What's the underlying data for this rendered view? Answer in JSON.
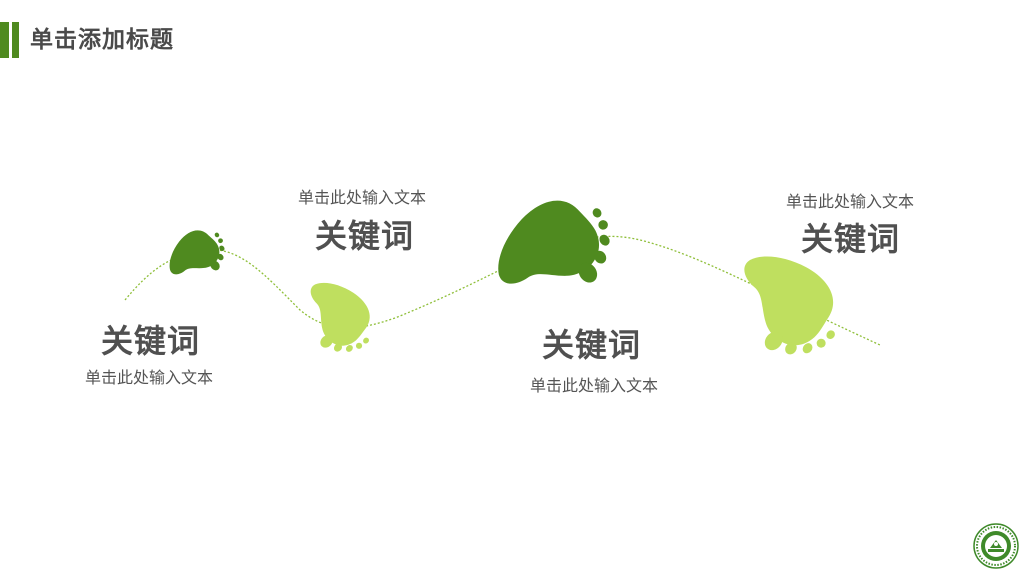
{
  "header": {
    "title": "单击添加标题"
  },
  "steps": [
    {
      "keyword": "关键词",
      "text": "单击此处输入文本"
    },
    {
      "keyword": "关键词",
      "text": "单击此处输入文本"
    },
    {
      "keyword": "关键词",
      "text": "单击此处输入文本"
    },
    {
      "keyword": "关键词",
      "text": "单击此处输入文本"
    }
  ],
  "colors": {
    "dark_green": "#4f8a1f",
    "light_green": "#bfdf5f",
    "text": "#505050"
  }
}
